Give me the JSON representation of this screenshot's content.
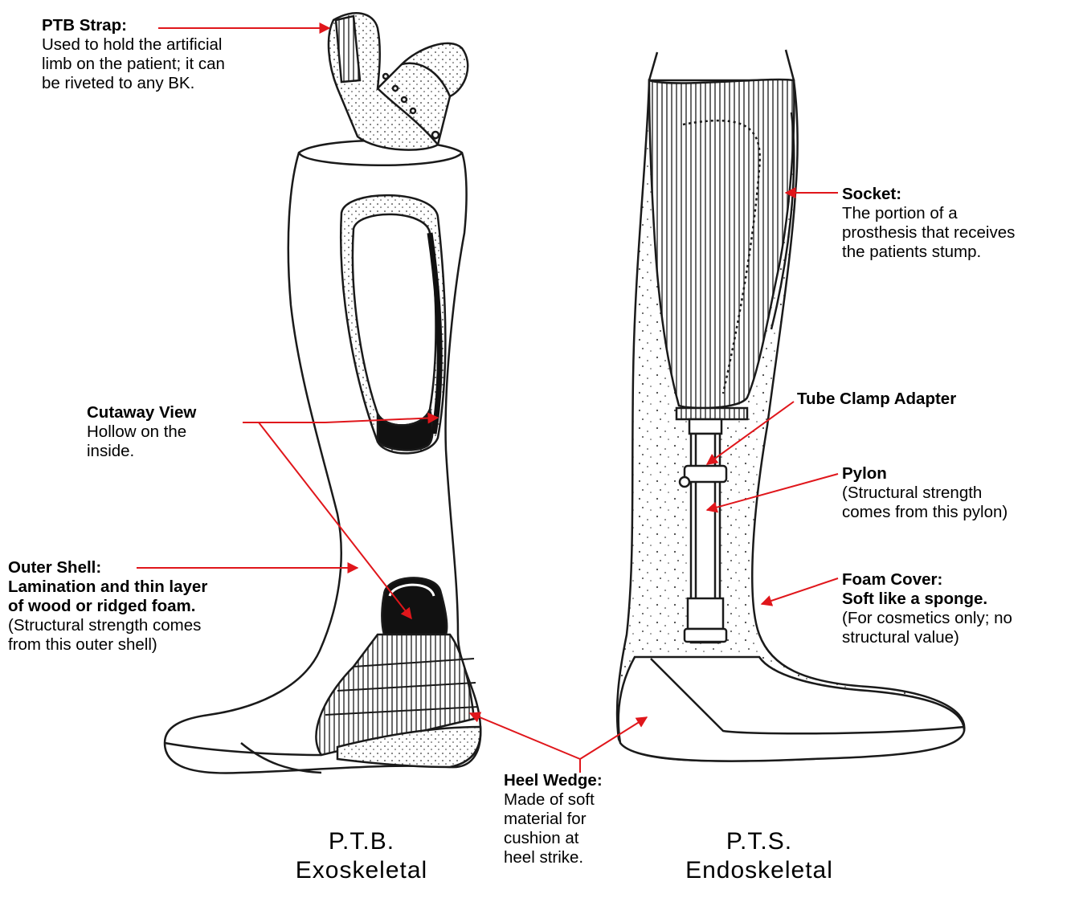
{
  "colors": {
    "arrow": "#e0161b",
    "ink": "#1a1a1a",
    "stipple": "#333333"
  },
  "labels": {
    "ptb_strap": {
      "title": "PTB Strap:",
      "lines": [
        "Used to hold the artificial",
        "limb on the patient; it can",
        "be riveted to any BK."
      ]
    },
    "socket": {
      "title": "Socket:",
      "lines": [
        "The portion of a",
        "prosthesis that receives",
        "the patients stump."
      ]
    },
    "tube_clamp": {
      "title": "Tube Clamp Adapter"
    },
    "cutaway": {
      "title": "Cutaway View",
      "lines": [
        "Hollow on the",
        "inside."
      ]
    },
    "pylon": {
      "title": "Pylon",
      "lines": [
        "(Structural strength",
        "comes from this pylon)"
      ]
    },
    "outer_shell": {
      "title": "Outer Shell:",
      "bold_lines": [
        "Lamination and thin layer",
        "of wood or ridged foam."
      ],
      "lines": [
        "(Structural strength comes",
        "from this outer shell)"
      ]
    },
    "foam_cover": {
      "title": "Foam Cover:",
      "bold_lines": [
        "Soft like a sponge."
      ],
      "lines": [
        "(For cosmetics only; no",
        "structural value)"
      ]
    },
    "heel_wedge": {
      "title": "Heel Wedge:",
      "lines": [
        "Made of soft",
        "material for",
        "cushion at",
        "heel strike."
      ]
    }
  },
  "captions": {
    "left": {
      "line1": "P.T.B.",
      "line2": "Exoskeletal"
    },
    "right": {
      "line1": "P.T.S.",
      "line2": "Endoskeletal"
    }
  }
}
